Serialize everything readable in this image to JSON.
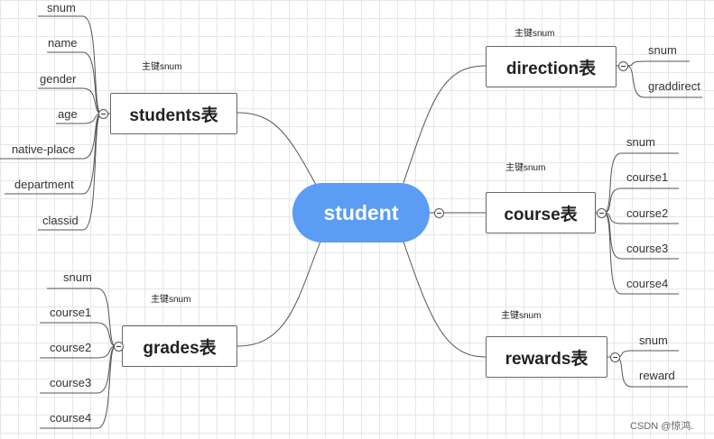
{
  "root": "student",
  "tables": {
    "students": {
      "name": "students表",
      "note": "主键snum",
      "fields": [
        "snum",
        "name",
        "gender",
        "age",
        "native-place",
        "department",
        "classid"
      ]
    },
    "grades": {
      "name": "grades表",
      "note": "主键snum",
      "fields": [
        "snum",
        "course1",
        "course2",
        "course3",
        "course4"
      ]
    },
    "direction": {
      "name": "direction表",
      "note": "主键snum",
      "fields": [
        "snum",
        "graddirect"
      ]
    },
    "course": {
      "name": "course表",
      "note": "主键snum",
      "fields": [
        "snum",
        "course1",
        "course2",
        "course3",
        "course4"
      ]
    },
    "rewards": {
      "name": "rewards表",
      "note": "主键snum",
      "fields": [
        "snum",
        "reward"
      ]
    }
  },
  "watermark": "CSDN @惊鸿."
}
